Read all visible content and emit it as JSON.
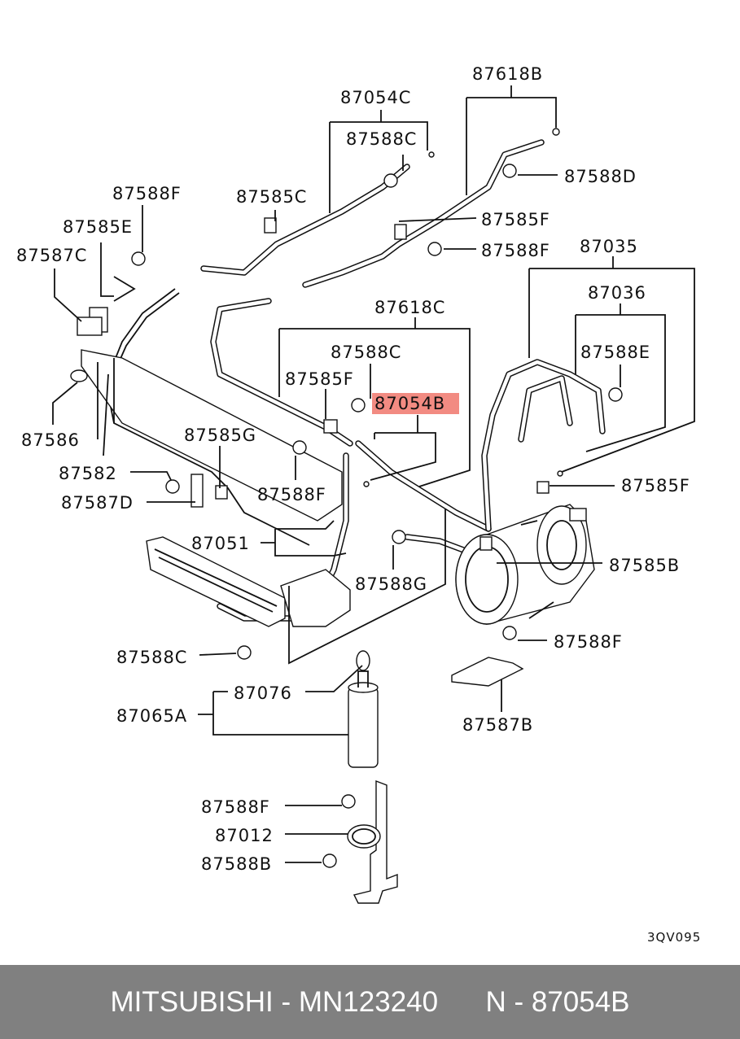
{
  "diagram": {
    "highlight_color": "#f28b82",
    "highlighted_part": "87054B",
    "code": "3QV095",
    "parts": {
      "p87618B": "87618B",
      "p87054C": "87054C",
      "p87588C_top": "87588C",
      "p87588D": "87588D",
      "p87588F_1": "87588F",
      "p87585C": "87585C",
      "p87585F_1": "87585F",
      "p87585E": "87585E",
      "p87588F_2": "87588F",
      "p87587C": "87587C",
      "p87035": "87035",
      "p87036": "87036",
      "p87618C": "87618C",
      "p87588C_mid": "87588C",
      "p87588E": "87588E",
      "p87585F_2": "87585F",
      "p87054B": "87054B",
      "p87586": "87586",
      "p87585G": "87585G",
      "p87582": "87582",
      "p87588F_3": "87588F",
      "p87585F_3": "87585F",
      "p87587D": "87587D",
      "p87051": "87051",
      "p87585B": "87585B",
      "p87588G": "87588G",
      "p87588F_4": "87588F",
      "p87588C_low": "87588C",
      "p87076": "87076",
      "p87587B": "87587B",
      "p87065A": "87065A",
      "p87588F_5": "87588F",
      "p87012": "87012",
      "p87588B": "87588B"
    }
  },
  "footer": {
    "brand": "MITSUBISHI",
    "part_number": "MN123240",
    "ref_prefix": "N",
    "ref_code": "87054B"
  }
}
